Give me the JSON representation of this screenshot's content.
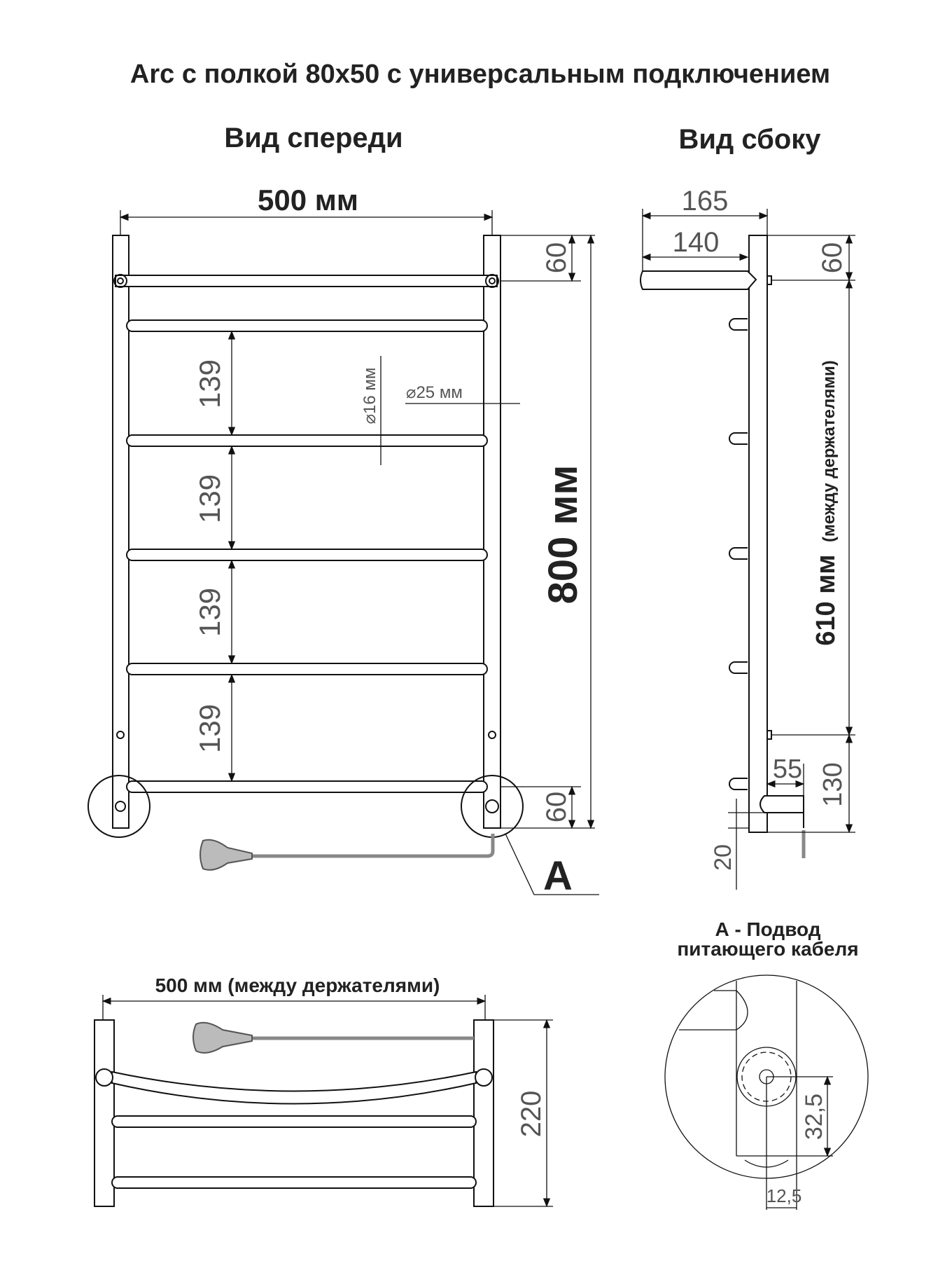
{
  "title": "Arc с полкой 80х50 с универсальным подключением",
  "front_view": {
    "heading": "Вид спереди",
    "width": "500 мм",
    "height": "800 мм",
    "top_offset": "60",
    "bottom_offset": "60",
    "spacings": [
      "139",
      "139",
      "139",
      "139"
    ],
    "rail_diameter": "⌀16 мм",
    "pole_diameter": "⌀25 мм",
    "detail_marker": "A"
  },
  "side_view": {
    "heading": "Вид сбоку",
    "depth_total": "165",
    "depth_shelf": "140",
    "top_offset": "60",
    "between_holders": "610 мм",
    "between_holders_note": "(между держателями)",
    "bottom_offset": "130",
    "connector_depth": "55",
    "connector_height": "20"
  },
  "top_view": {
    "width": "500 мм (между держателями)",
    "depth": "220"
  },
  "detail": {
    "title_line1": "А - Подвод",
    "title_line2": "питающего кабеля",
    "vertical": "32,5",
    "horizontal": "12,5"
  }
}
